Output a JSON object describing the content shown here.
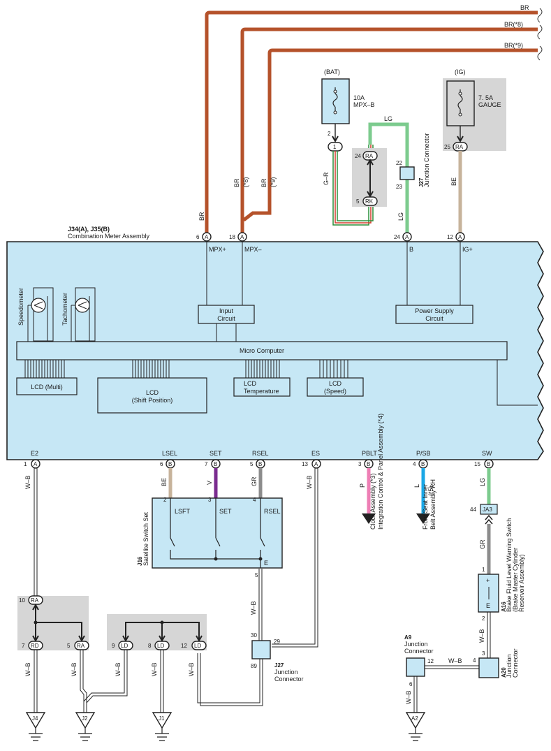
{
  "wires_top": {
    "br": "BR",
    "br8": "BR(*8)",
    "br9": "BR(*9)"
  },
  "fuses": {
    "bat": {
      "label": "(BAT)",
      "rating": "10A",
      "name": "MPX–B"
    },
    "ig": {
      "label": "(IG)",
      "rating": "7. 5A",
      "name": "GAUGE"
    }
  },
  "conn_left": {
    "pin2": "2",
    "term1": "1",
    "pin24": "24",
    "ra": "RA",
    "pin5": "5",
    "rk": "RK",
    "wire_gr": "G–R"
  },
  "j27_top": {
    "pin22": "22",
    "pin23": "23",
    "id": "J27",
    "name": "Junction Connector",
    "wire_lg_top": "LG",
    "wire_lg": "LG"
  },
  "ig_conn": {
    "pin25": "25",
    "ra": "RA",
    "wire_be": "BE"
  },
  "meter": {
    "id": "J34(A), J35(B)",
    "name": "Combination Meter Assembly",
    "pin6": "6",
    "pinA": "A",
    "pin18": "18",
    "pin24": "24",
    "pin12": "12",
    "mpx_plus": "MPX+",
    "mpx_minus": "MPX–",
    "b": "B",
    "ig_plus": "IG+",
    "wire_br": "BR",
    "wire_br2": "BR",
    "wire_br3": "BR",
    "w8": "(*8)",
    "w9": "(*9)",
    "speedometer": "Speedometer",
    "tachometer": "Tachometer",
    "input1": "Input",
    "input2": "Circuit",
    "ps1": "Power Supply",
    "ps2": "Circuit",
    "micro": "Micro Computer",
    "lcd_multi": "LCD (Multi)",
    "lcd_shift1": "LCD",
    "lcd_shift2": "(Shift Position)",
    "lcd_temp1": "LCD",
    "lcd_temp2": "Temperature",
    "lcd_speed1": "LCD",
    "lcd_speed2": "(Speed)"
  },
  "bottom_pins": [
    {
      "name": "E2",
      "num": "1",
      "conn": "A",
      "wire": "W–B"
    },
    {
      "name": "LSEL",
      "num": "6",
      "conn": "B",
      "wire": "BE"
    },
    {
      "name": "SET",
      "num": "7",
      "conn": "B",
      "wire": "V"
    },
    {
      "name": "RSEL",
      "num": "5",
      "conn": "B",
      "wire": "GR"
    },
    {
      "name": "ES",
      "num": "13",
      "conn": "A",
      "wire": "W–B"
    },
    {
      "name": "PBLT",
      "num": "3",
      "conn": "B",
      "wire": "P"
    },
    {
      "name": "P/SB",
      "num": "4",
      "conn": "B",
      "wire": "L",
      "note": "(*5)"
    },
    {
      "name": "SW",
      "num": "15",
      "conn": "B",
      "wire": "LG"
    }
  ],
  "switch": {
    "id": "J16",
    "name": "Satellite Switch Set",
    "lsft": "LSFT",
    "set": "SET",
    "rsel": "RSEL",
    "e": "E",
    "p2": "2",
    "p3": "3",
    "p4": "4",
    "p5": "5",
    "wire_wb": "W–B"
  },
  "dest_clock": {
    "line1": "Clock Assembly (*3)",
    "line2": "Integration Control & Panel Assembly (*4)"
  },
  "dest_belt": {
    "line1": "Front Seat Inner",
    "line2": "Belt Assembly RH"
  },
  "ja3": {
    "pin": "44",
    "label": "JA3",
    "wire_gr": "GR"
  },
  "a16": {
    "id": "A16",
    "line1": "Brake Fluid Level Warning Switch",
    "line2": "(Brake Master Cylinder",
    "line3": "Reservoir Assembly)",
    "p1": "1",
    "p2": "2",
    "plus": "+",
    "e": "E",
    "wire_wb": "W–B"
  },
  "a20": {
    "id": "A20",
    "name1": "Junction",
    "name2": "Connector",
    "p3": "3",
    "p4": "4"
  },
  "a9": {
    "id": "A9",
    "name1": "Junction",
    "name2": "Connector",
    "p12": "12",
    "p6": "6",
    "wire_wb": "W–B",
    "wire_wb2": "W–B"
  },
  "j27_bottom": {
    "p30": "30",
    "p29": "29",
    "p89": "89",
    "id": "J27",
    "name1": "Junction",
    "name2": "Connector"
  },
  "splice_left": {
    "p10": "10",
    "ra": "RA",
    "p7": "7",
    "rd": "RD",
    "p5": "5",
    "ra2": "RA"
  },
  "splice_mid": {
    "p9": "9",
    "p8": "8",
    "p12": "12",
    "ld": "LD"
  },
  "bottom_wires": {
    "w1": "W–B",
    "w2": "W–B",
    "w3": "W–B",
    "w4": "W–B",
    "w5": "W–B",
    "w6": "W–B"
  },
  "grounds": {
    "j4": "J4",
    "j2": "J2",
    "j1": "J1",
    "a2": "A2"
  },
  "colors": {
    "br": "#b5522b",
    "lg": "#7ccb8e",
    "be": "#c7b39b",
    "violet": "#7a2c8f",
    "gray": "#8c8c8c",
    "pink": "#ee7fb5",
    "blue": "#1aa7e6",
    "box": "#c6e7f5",
    "splice": "#d6d6d6"
  }
}
